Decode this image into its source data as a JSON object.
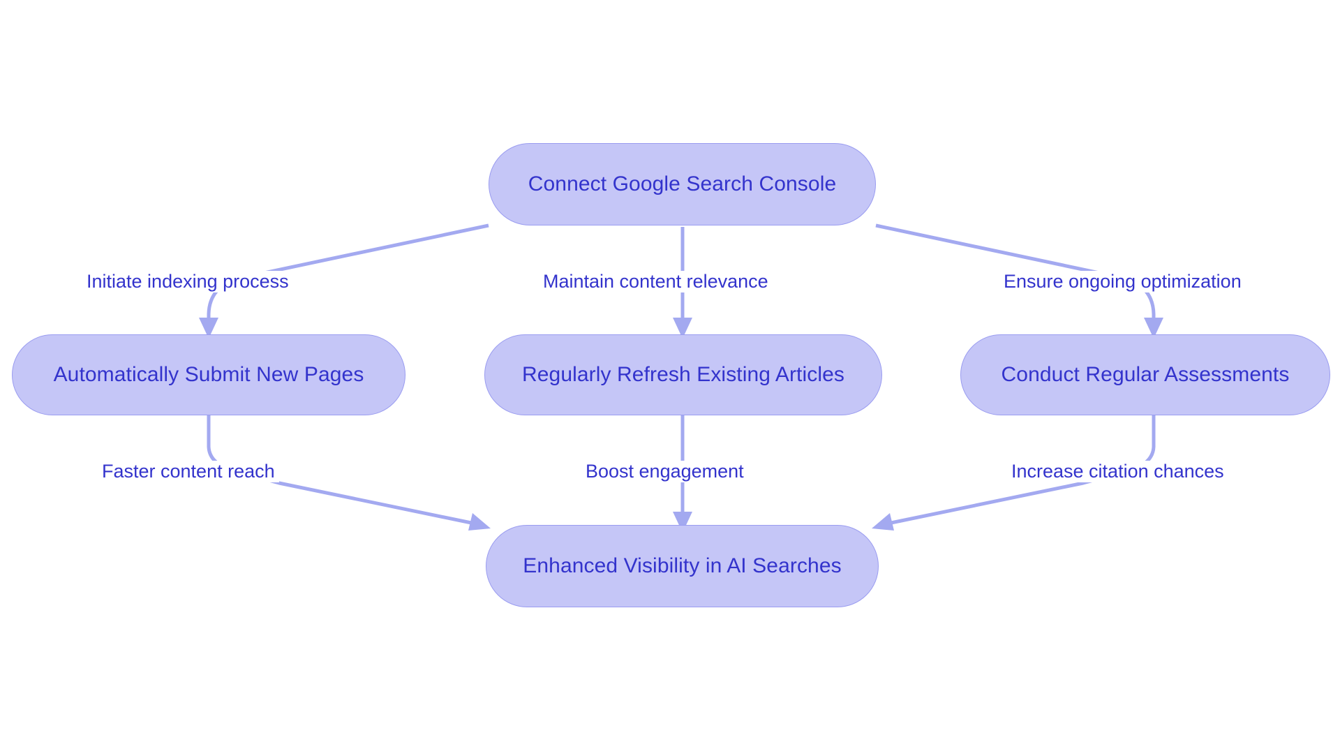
{
  "diagram": {
    "type": "flowchart",
    "direction": "top-down",
    "background_color": "#ffffff",
    "node_fill_color": "#c5c6f7",
    "node_border_color": "#9a9cf0",
    "node_text_color": "#3333cc",
    "edge_color": "#a3a9f0",
    "edge_label_color": "#3333cc"
  },
  "nodes": [
    {
      "id": "connect-google-search-console",
      "label": "Connect Google Search Console"
    },
    {
      "id": "automatically-submit-new-pages",
      "label": "Automatically Submit New Pages"
    },
    {
      "id": "regularly-refresh-existing-articles",
      "label": "Regularly Refresh Existing Articles"
    },
    {
      "id": "conduct-regular-assessments",
      "label": "Conduct Regular Assessments"
    },
    {
      "id": "enhanced-visibility-in-ai-searches",
      "label": "Enhanced Visibility in AI Searches"
    }
  ],
  "edges": [
    {
      "id": "edge-initiate-indexing-process",
      "label": "Initiate indexing process",
      "from": "connect-google-search-console",
      "to": "automatically-submit-new-pages"
    },
    {
      "id": "edge-maintain-content-relevance",
      "label": "Maintain content relevance",
      "from": "connect-google-search-console",
      "to": "regularly-refresh-existing-articles"
    },
    {
      "id": "edge-ensure-ongoing-optimization",
      "label": "Ensure ongoing optimization",
      "from": "connect-google-search-console",
      "to": "conduct-regular-assessments"
    },
    {
      "id": "edge-faster-content-reach",
      "label": "Faster content reach",
      "from": "automatically-submit-new-pages",
      "to": "enhanced-visibility-in-ai-searches"
    },
    {
      "id": "edge-boost-engagement",
      "label": "Boost engagement",
      "from": "regularly-refresh-existing-articles",
      "to": "enhanced-visibility-in-ai-searches"
    },
    {
      "id": "edge-increase-citation-chances",
      "label": "Increase citation chances",
      "from": "conduct-regular-assessments",
      "to": "enhanced-visibility-in-ai-searches"
    }
  ]
}
